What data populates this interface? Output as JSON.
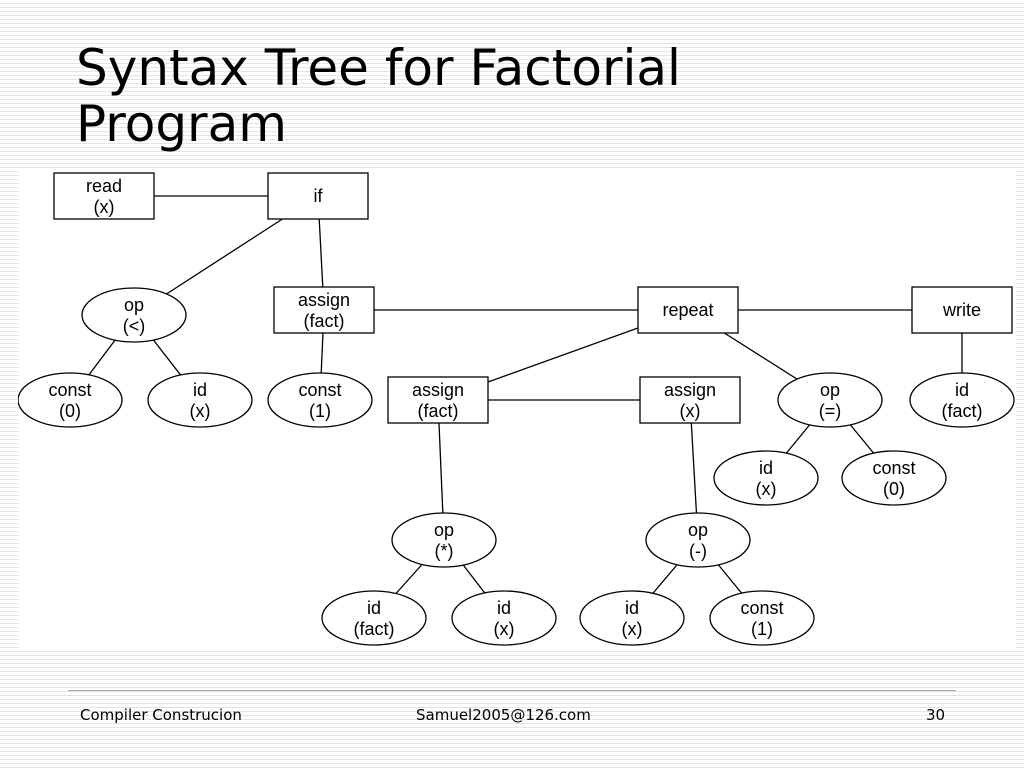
{
  "slide": {
    "title": "Syntax Tree for Factorial\nProgram"
  },
  "footer": {
    "left": "Compiler Construcion",
    "center": "Samuel2005@126.com",
    "page": "30"
  },
  "tree": {
    "nodes": [
      {
        "id": "read",
        "shape": "rect",
        "line1": "read",
        "line2": "(x)"
      },
      {
        "id": "if",
        "shape": "rect",
        "line1": "if",
        "line2": ""
      },
      {
        "id": "op-lt",
        "shape": "ellipse",
        "line1": "op",
        "line2": "(<)"
      },
      {
        "id": "assign-fact-1",
        "shape": "rect",
        "line1": "assign",
        "line2": "(fact)"
      },
      {
        "id": "repeat",
        "shape": "rect",
        "line1": "repeat",
        "line2": ""
      },
      {
        "id": "write",
        "shape": "rect",
        "line1": "write",
        "line2": ""
      },
      {
        "id": "const-0-a",
        "shape": "ellipse",
        "line1": "const",
        "line2": "(0)"
      },
      {
        "id": "id-x-a",
        "shape": "ellipse",
        "line1": "id",
        "line2": "(x)"
      },
      {
        "id": "const-1-a",
        "shape": "ellipse",
        "line1": "const",
        "line2": "(1)"
      },
      {
        "id": "assign-fact-2",
        "shape": "rect",
        "line1": "assign",
        "line2": "(fact)"
      },
      {
        "id": "assign-x",
        "shape": "rect",
        "line1": "assign",
        "line2": "(x)"
      },
      {
        "id": "op-eq",
        "shape": "ellipse",
        "line1": "op",
        "line2": "(=)"
      },
      {
        "id": "id-fact-a",
        "shape": "ellipse",
        "line1": "id",
        "line2": "(fact)"
      },
      {
        "id": "id-x-b",
        "shape": "ellipse",
        "line1": "id",
        "line2": "(x)"
      },
      {
        "id": "const-0-b",
        "shape": "ellipse",
        "line1": "const",
        "line2": "(0)"
      },
      {
        "id": "op-mul",
        "shape": "ellipse",
        "line1": "op",
        "line2": "(*)"
      },
      {
        "id": "op-sub",
        "shape": "ellipse",
        "line1": "op",
        "line2": "(-)"
      },
      {
        "id": "id-fact-b",
        "shape": "ellipse",
        "line1": "id",
        "line2": "(fact)"
      },
      {
        "id": "id-x-c",
        "shape": "ellipse",
        "line1": "id",
        "line2": "(x)"
      },
      {
        "id": "id-x-d",
        "shape": "ellipse",
        "line1": "id",
        "line2": "(x)"
      },
      {
        "id": "const-1-b",
        "shape": "ellipse",
        "line1": "const",
        "line2": "(1)"
      }
    ],
    "edges": [
      [
        "read",
        "if"
      ],
      [
        "if",
        "op-lt"
      ],
      [
        "if",
        "assign-fact-1"
      ],
      [
        "op-lt",
        "const-0-a"
      ],
      [
        "op-lt",
        "id-x-a"
      ],
      [
        "assign-fact-1",
        "const-1-a"
      ],
      [
        "assign-fact-1",
        "repeat"
      ],
      [
        "repeat",
        "write"
      ],
      [
        "repeat",
        "assign-fact-2"
      ],
      [
        "repeat",
        "op-eq"
      ],
      [
        "write",
        "id-fact-a"
      ],
      [
        "assign-fact-2",
        "assign-x"
      ],
      [
        "assign-fact-2",
        "op-mul"
      ],
      [
        "assign-x",
        "op-sub"
      ],
      [
        "op-eq",
        "id-x-b"
      ],
      [
        "op-eq",
        "const-0-b"
      ],
      [
        "op-mul",
        "id-fact-b"
      ],
      [
        "op-mul",
        "id-x-c"
      ],
      [
        "op-sub",
        "id-x-d"
      ],
      [
        "op-sub",
        "const-1-b"
      ]
    ]
  }
}
